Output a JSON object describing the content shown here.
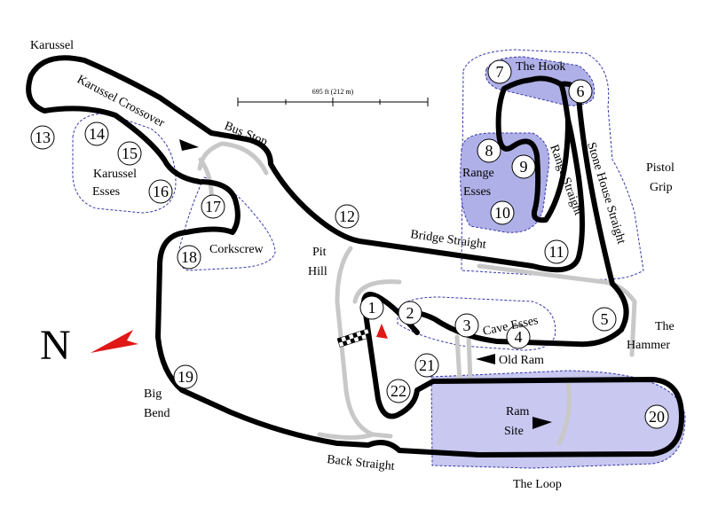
{
  "colors": {
    "track": "#000000",
    "runoff": "#c8c8c8",
    "zone_fill": "#c8c8f0",
    "zone_fill_dark": "#b0b0e8",
    "zone_stroke": "#3838a8",
    "arrow": "#e01818"
  },
  "compass": {
    "letter": "N"
  },
  "scale": {
    "label": "695 ft (212 m)"
  },
  "labels": {
    "karussel": "Karussel",
    "karussel_crossover": "Karussel Crossover",
    "bus_stop": "Bus Stop",
    "karussel_esses_1": "Karussel",
    "karussel_esses_2": "Esses",
    "corkscrew": "Corkscrew",
    "pit_hill_1": "Pit",
    "pit_hill_2": "Hill",
    "bridge_straight": "Bridge Straight",
    "the_hook": "The Hook",
    "range_esses_1": "Range",
    "range_esses_2": "Esses",
    "range_straight": "Range Straight",
    "stone_house_straight": "Stone House Straight",
    "pistol_grip_1": "Pistol",
    "pistol_grip_2": "Grip",
    "the_hammer_1": "The",
    "the_hammer_2": "Hammer",
    "cave_esses": "Cave Esses",
    "old_ram": "Old Ram",
    "ram_site_1": "Ram",
    "ram_site_2": "Site",
    "the_loop": "The Loop",
    "big_bend_1": "Big",
    "big_bend_2": "Bend",
    "back_straight": "Back Straight"
  },
  "turns": [
    "1",
    "2",
    "3",
    "4",
    "5",
    "6",
    "7",
    "8",
    "9",
    "10",
    "11",
    "12",
    "13",
    "14",
    "15",
    "16",
    "17",
    "18",
    "19",
    "20",
    "21",
    "22"
  ]
}
